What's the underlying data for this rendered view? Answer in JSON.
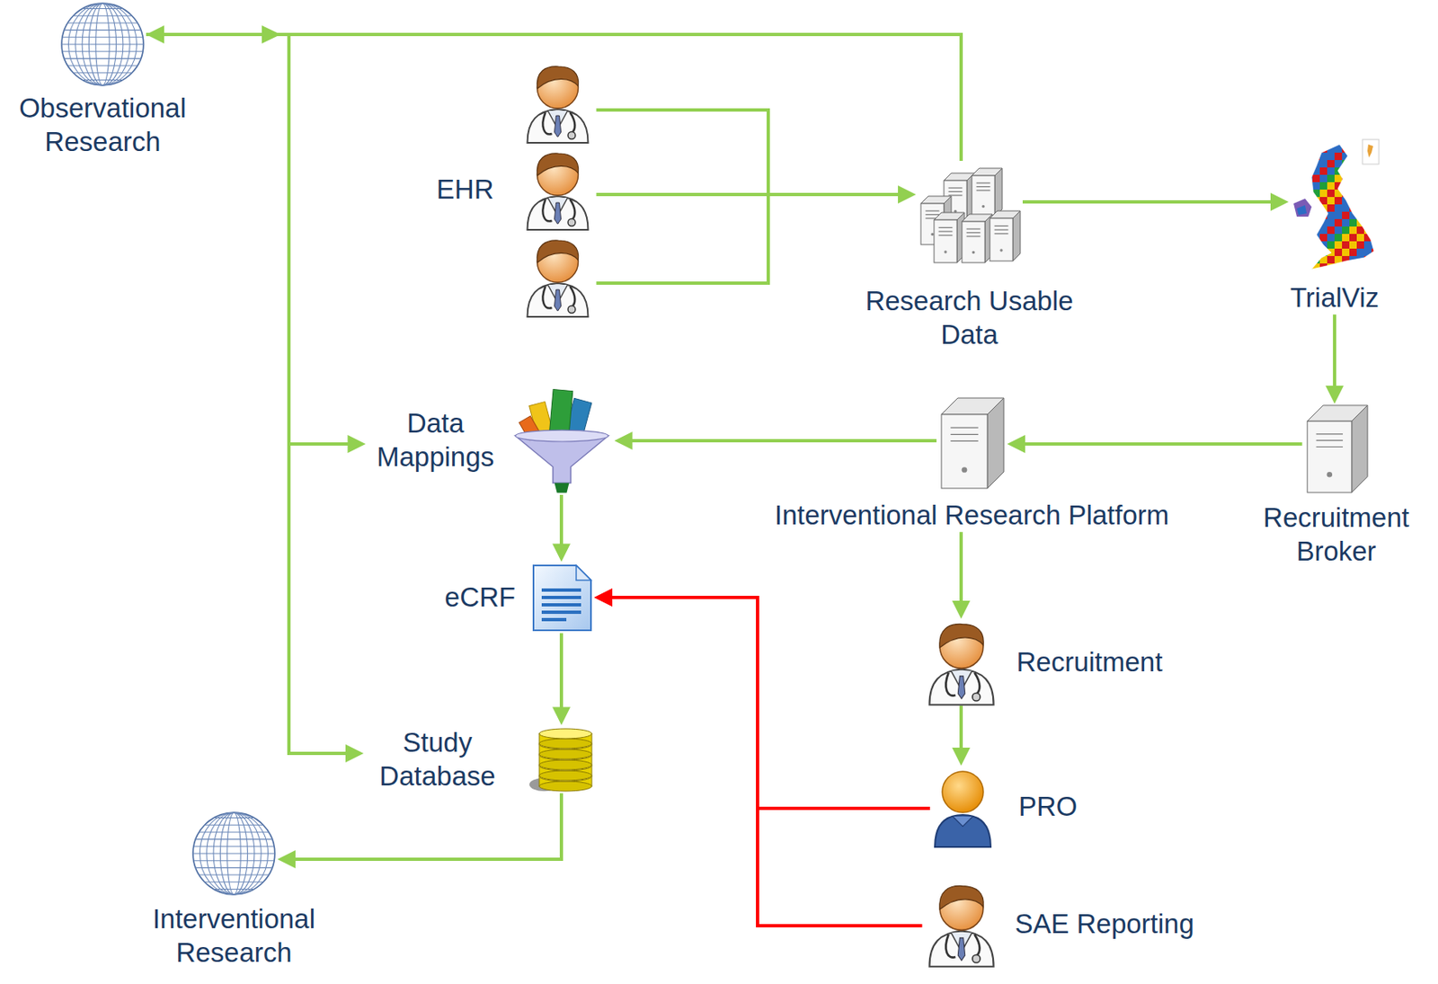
{
  "diagram": {
    "nodes": [
      {
        "text": [
          "Observational Research"
        ]
      },
      {
        "text": [
          "EHR"
        ]
      },
      {
        "text": [
          "Research Usable Data"
        ]
      },
      {
        "text": [
          "TrialViz"
        ]
      },
      {
        "text": [
          "Recruitment Broker"
        ]
      },
      {
        "text": [
          "Interventional Research Platform"
        ]
      },
      {
        "text": [
          "Data Mappings"
        ]
      },
      {
        "text": [
          "eCRF"
        ]
      },
      {
        "text": [
          "Study Database"
        ]
      },
      {
        "text": [
          "Interventional Research"
        ]
      },
      {
        "text": [
          "Recruitment"
        ]
      },
      {
        "text": [
          "PRO"
        ]
      },
      {
        "text": [
          "SAE Reporting"
        ]
      }
    ],
    "edges": [
      {
        "from": 2,
        "to": 0,
        "arrow": "to"
      },
      {
        "from": 0,
        "to": 6,
        "arrow": "to"
      },
      {
        "from": 0,
        "to": 8,
        "arrow": "to"
      },
      {
        "from": 1,
        "to": 2,
        "arrow": "to"
      },
      {
        "from": 2,
        "to": 3,
        "arrow": "to"
      },
      {
        "from": 3,
        "to": 4,
        "arrow": "to"
      },
      {
        "from": 4,
        "to": 5,
        "arrow": "to"
      },
      {
        "from": 5,
        "to": 6,
        "arrow": "to"
      },
      {
        "from": 6,
        "to": 7,
        "arrow": "to"
      },
      {
        "from": 7,
        "to": 8,
        "arrow": "to"
      },
      {
        "from": 8,
        "to": 9,
        "arrow": "to"
      },
      {
        "from": 5,
        "to": 10,
        "arrow": "to"
      },
      {
        "from": 10,
        "to": 11,
        "arrow": "to"
      },
      {
        "from": 11,
        "to": 7,
        "arrow": "to"
      },
      {
        "from": 12,
        "to": 7,
        "arrow": "to"
      }
    ]
  }
}
